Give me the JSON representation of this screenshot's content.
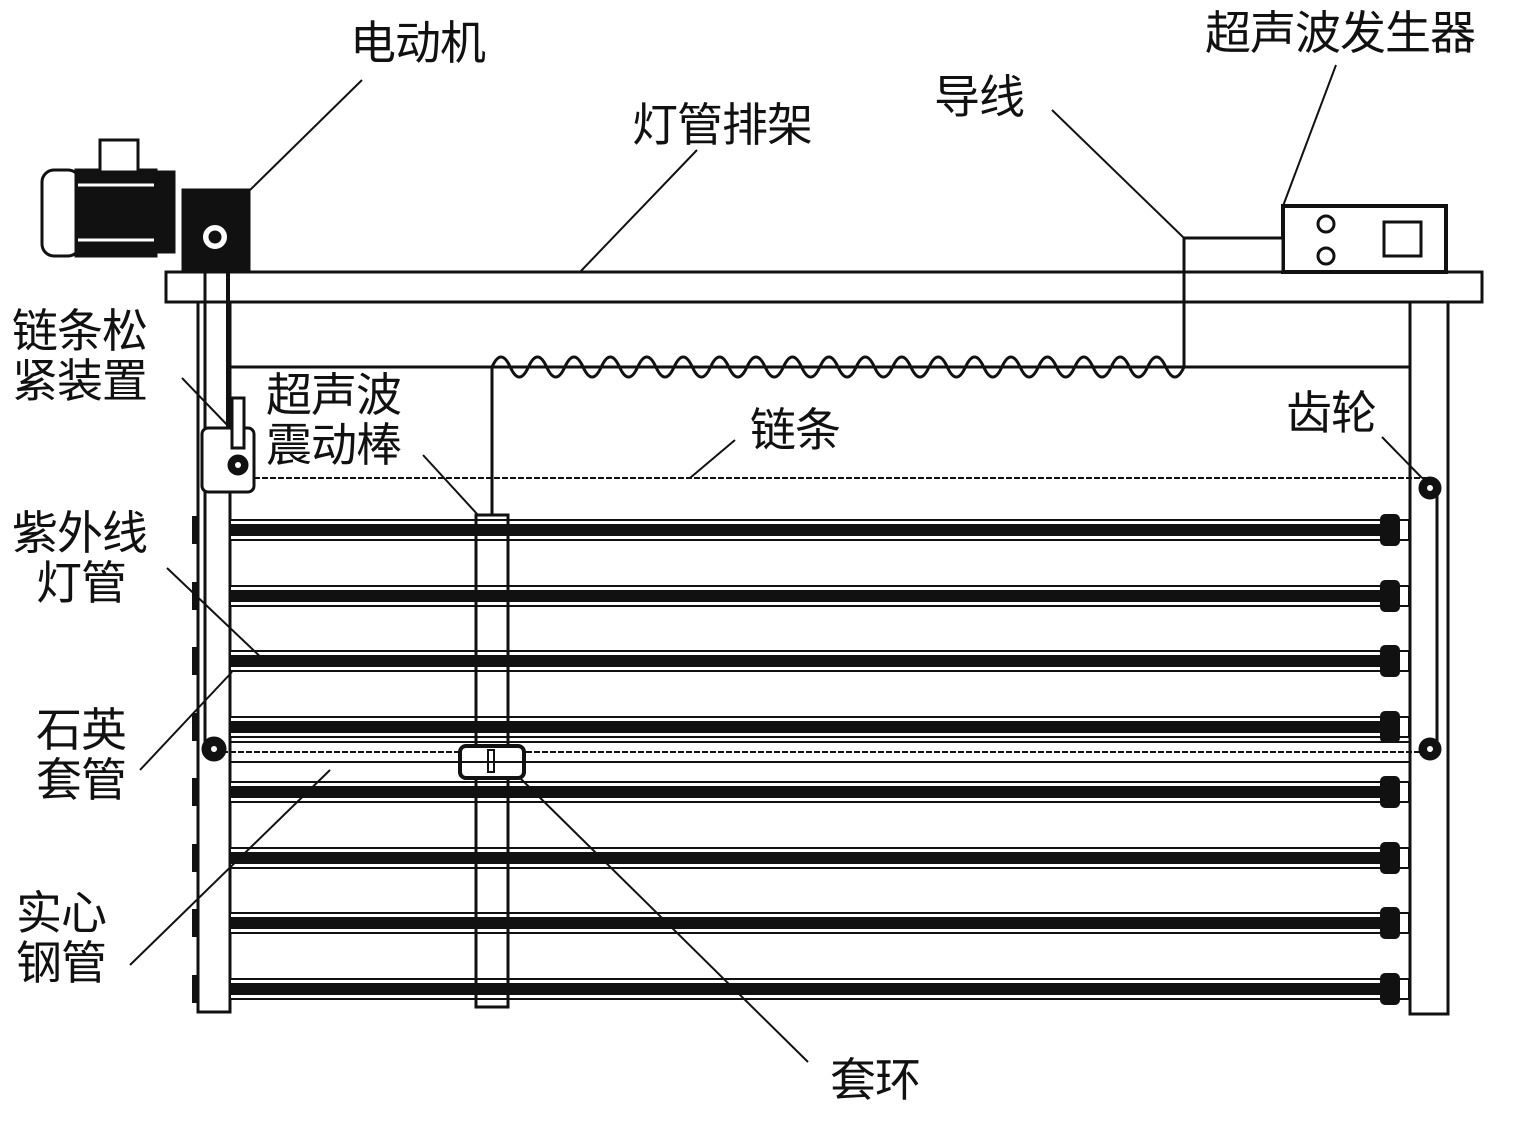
{
  "diagram": {
    "title": "",
    "colors": {
      "ink": "#111111",
      "background": "#ffffff"
    },
    "labels": {
      "motor": "电动机",
      "lamp_rack": "灯管排架",
      "wire": "导线",
      "ultrasonic_generator": "超声波发生器",
      "chain_tensioner": [
        "链条松",
        "紧装置"
      ],
      "ultrasonic_rod": [
        "超声波",
        "震动棒"
      ],
      "chain": "链条",
      "gear": "齿轮",
      "uv_lamp": [
        "紫外线",
        "灯管"
      ],
      "quartz_sleeve": [
        "石英",
        "套管"
      ],
      "solid_steel_tube": [
        "实心",
        "钢管"
      ],
      "collar": "套环"
    },
    "components": {
      "uv_lamp_count": 8,
      "wave_count": 19
    }
  }
}
